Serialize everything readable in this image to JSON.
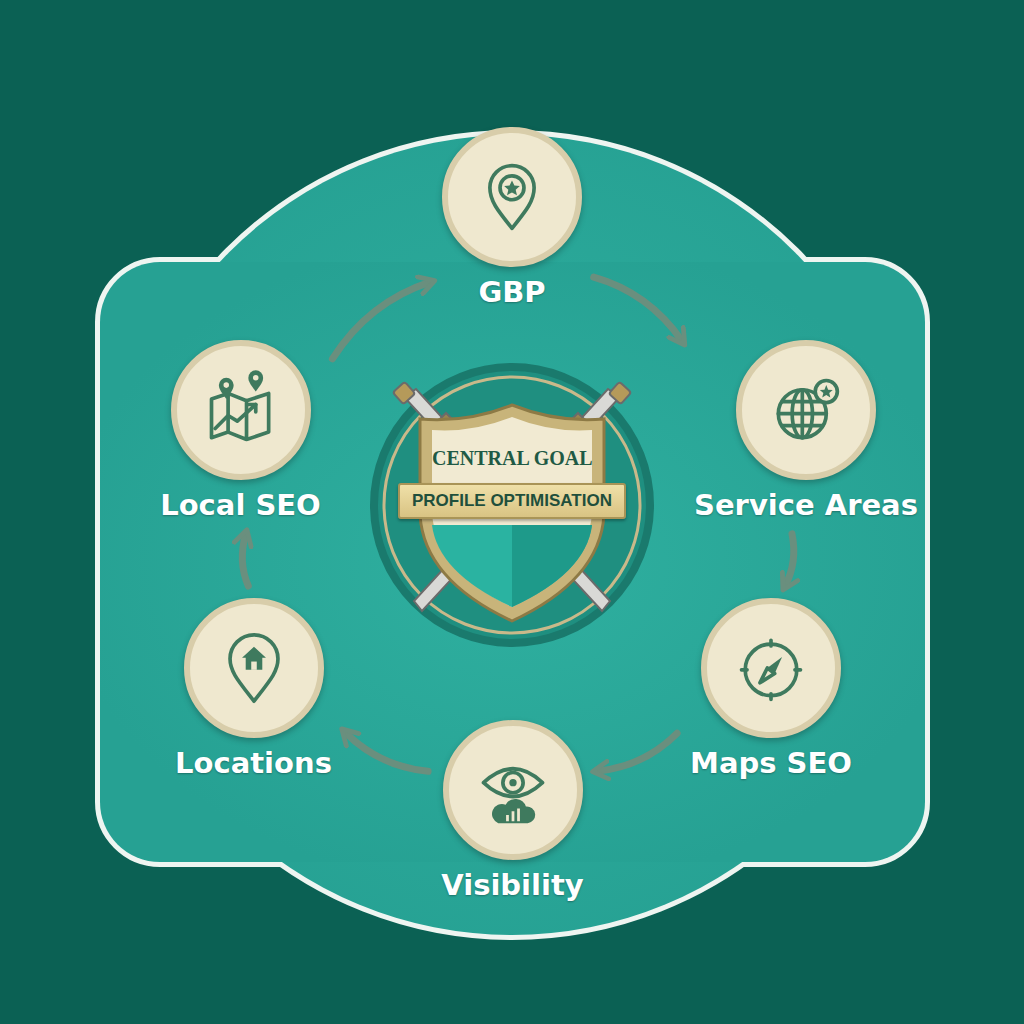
{
  "diagram": {
    "nodes": [
      {
        "text": [
          "GBP"
        ]
      },
      {
        "text": [
          "Service Areas"
        ]
      },
      {
        "text": [
          "Maps SEO"
        ]
      },
      {
        "text": [
          "Visibility"
        ]
      },
      {
        "text": [
          "Locations"
        ]
      },
      {
        "text": [
          "Local SEO"
        ]
      },
      {
        "text": [
          "CENTRAL GOAL",
          "PROFILE OPTIMISATION"
        ]
      }
    ],
    "edges": [
      {
        "from": 0,
        "to": 1,
        "arrow": "to"
      },
      {
        "from": 1,
        "to": 2,
        "arrow": "to"
      },
      {
        "from": 2,
        "to": 3,
        "arrow": "to"
      },
      {
        "from": 3,
        "to": 4,
        "arrow": "to"
      },
      {
        "from": 4,
        "to": 5,
        "arrow": "to"
      },
      {
        "from": 5,
        "to": 0,
        "arrow": "to"
      }
    ]
  }
}
